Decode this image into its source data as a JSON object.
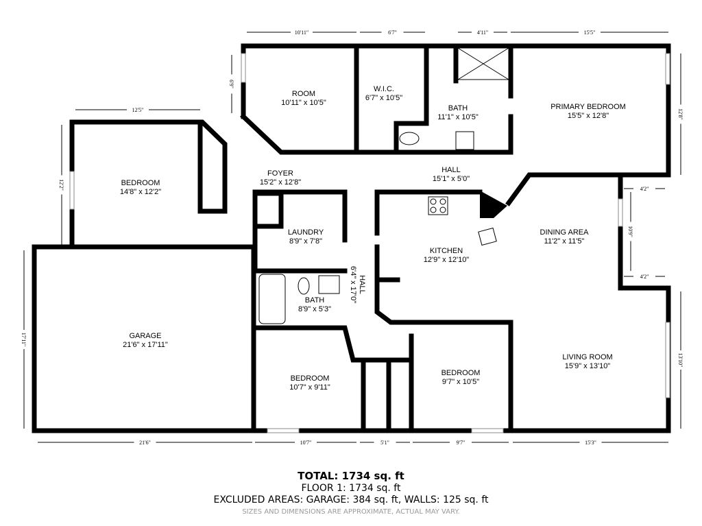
{
  "rooms": [
    {
      "name": "ROOM",
      "size": "10'11\" x 10'5\""
    },
    {
      "name": "W.I.C.",
      "size": "6'7\" x 10'5\""
    },
    {
      "name": "BATH",
      "size": "11'1\" x 10'5\""
    },
    {
      "name": "PRIMARY BEDROOM",
      "size": "15'5\" x 12'8\""
    },
    {
      "name": "BEDROOM",
      "size": "14'8\" x 12'2\""
    },
    {
      "name": "FOYER",
      "size": "15'2\" x 12'8\""
    },
    {
      "name": "HALL",
      "size": "15'1\" x 5'0\""
    },
    {
      "name": "LAUNDRY",
      "size": "8'9\" x 7'8\""
    },
    {
      "name": "KITCHEN",
      "size": "12'9\" x 12'10\""
    },
    {
      "name": "DINING AREA",
      "size": "11'2\" x 11'5\""
    },
    {
      "name": "BATH",
      "size": "8'9\" x 5'3\""
    },
    {
      "name": "GARAGE",
      "size": "21'6\" x 17'11\""
    },
    {
      "name": "BEDROOM",
      "size": "10'7\" x 9'11\""
    },
    {
      "name": "BEDROOM",
      "size": "9'7\" x 10'5\""
    },
    {
      "name": "LIVING ROOM",
      "size": "15'9\" x 13'10\""
    },
    {
      "name": "HALL",
      "size": "6'4\" x 17'0\""
    }
  ],
  "dimensions": [
    "10'11\"",
    "6'7\"",
    "4'11\"",
    "15'5\"",
    "12'5\"",
    "6'9\"",
    "12'8\"",
    "12'2\"",
    "4'2\"",
    "10'9\"",
    "4'2\"",
    "17'11\"",
    "13'10\"",
    "21'6\"",
    "10'7\"",
    "5'1\"",
    "9'7\"",
    "15'3\""
  ],
  "summary": {
    "total": "TOTAL: 1734 sq. ft",
    "floor": "FLOOR 1: 1734 sq. ft",
    "excluded": "EXCLUDED AREAS: GARAGE: 384 sq. ft, WALLS: 125 sq. ft",
    "disclaimer": "SIZES AND DIMENSIONS ARE APPROXIMATE, ACTUAL MAY VARY."
  }
}
